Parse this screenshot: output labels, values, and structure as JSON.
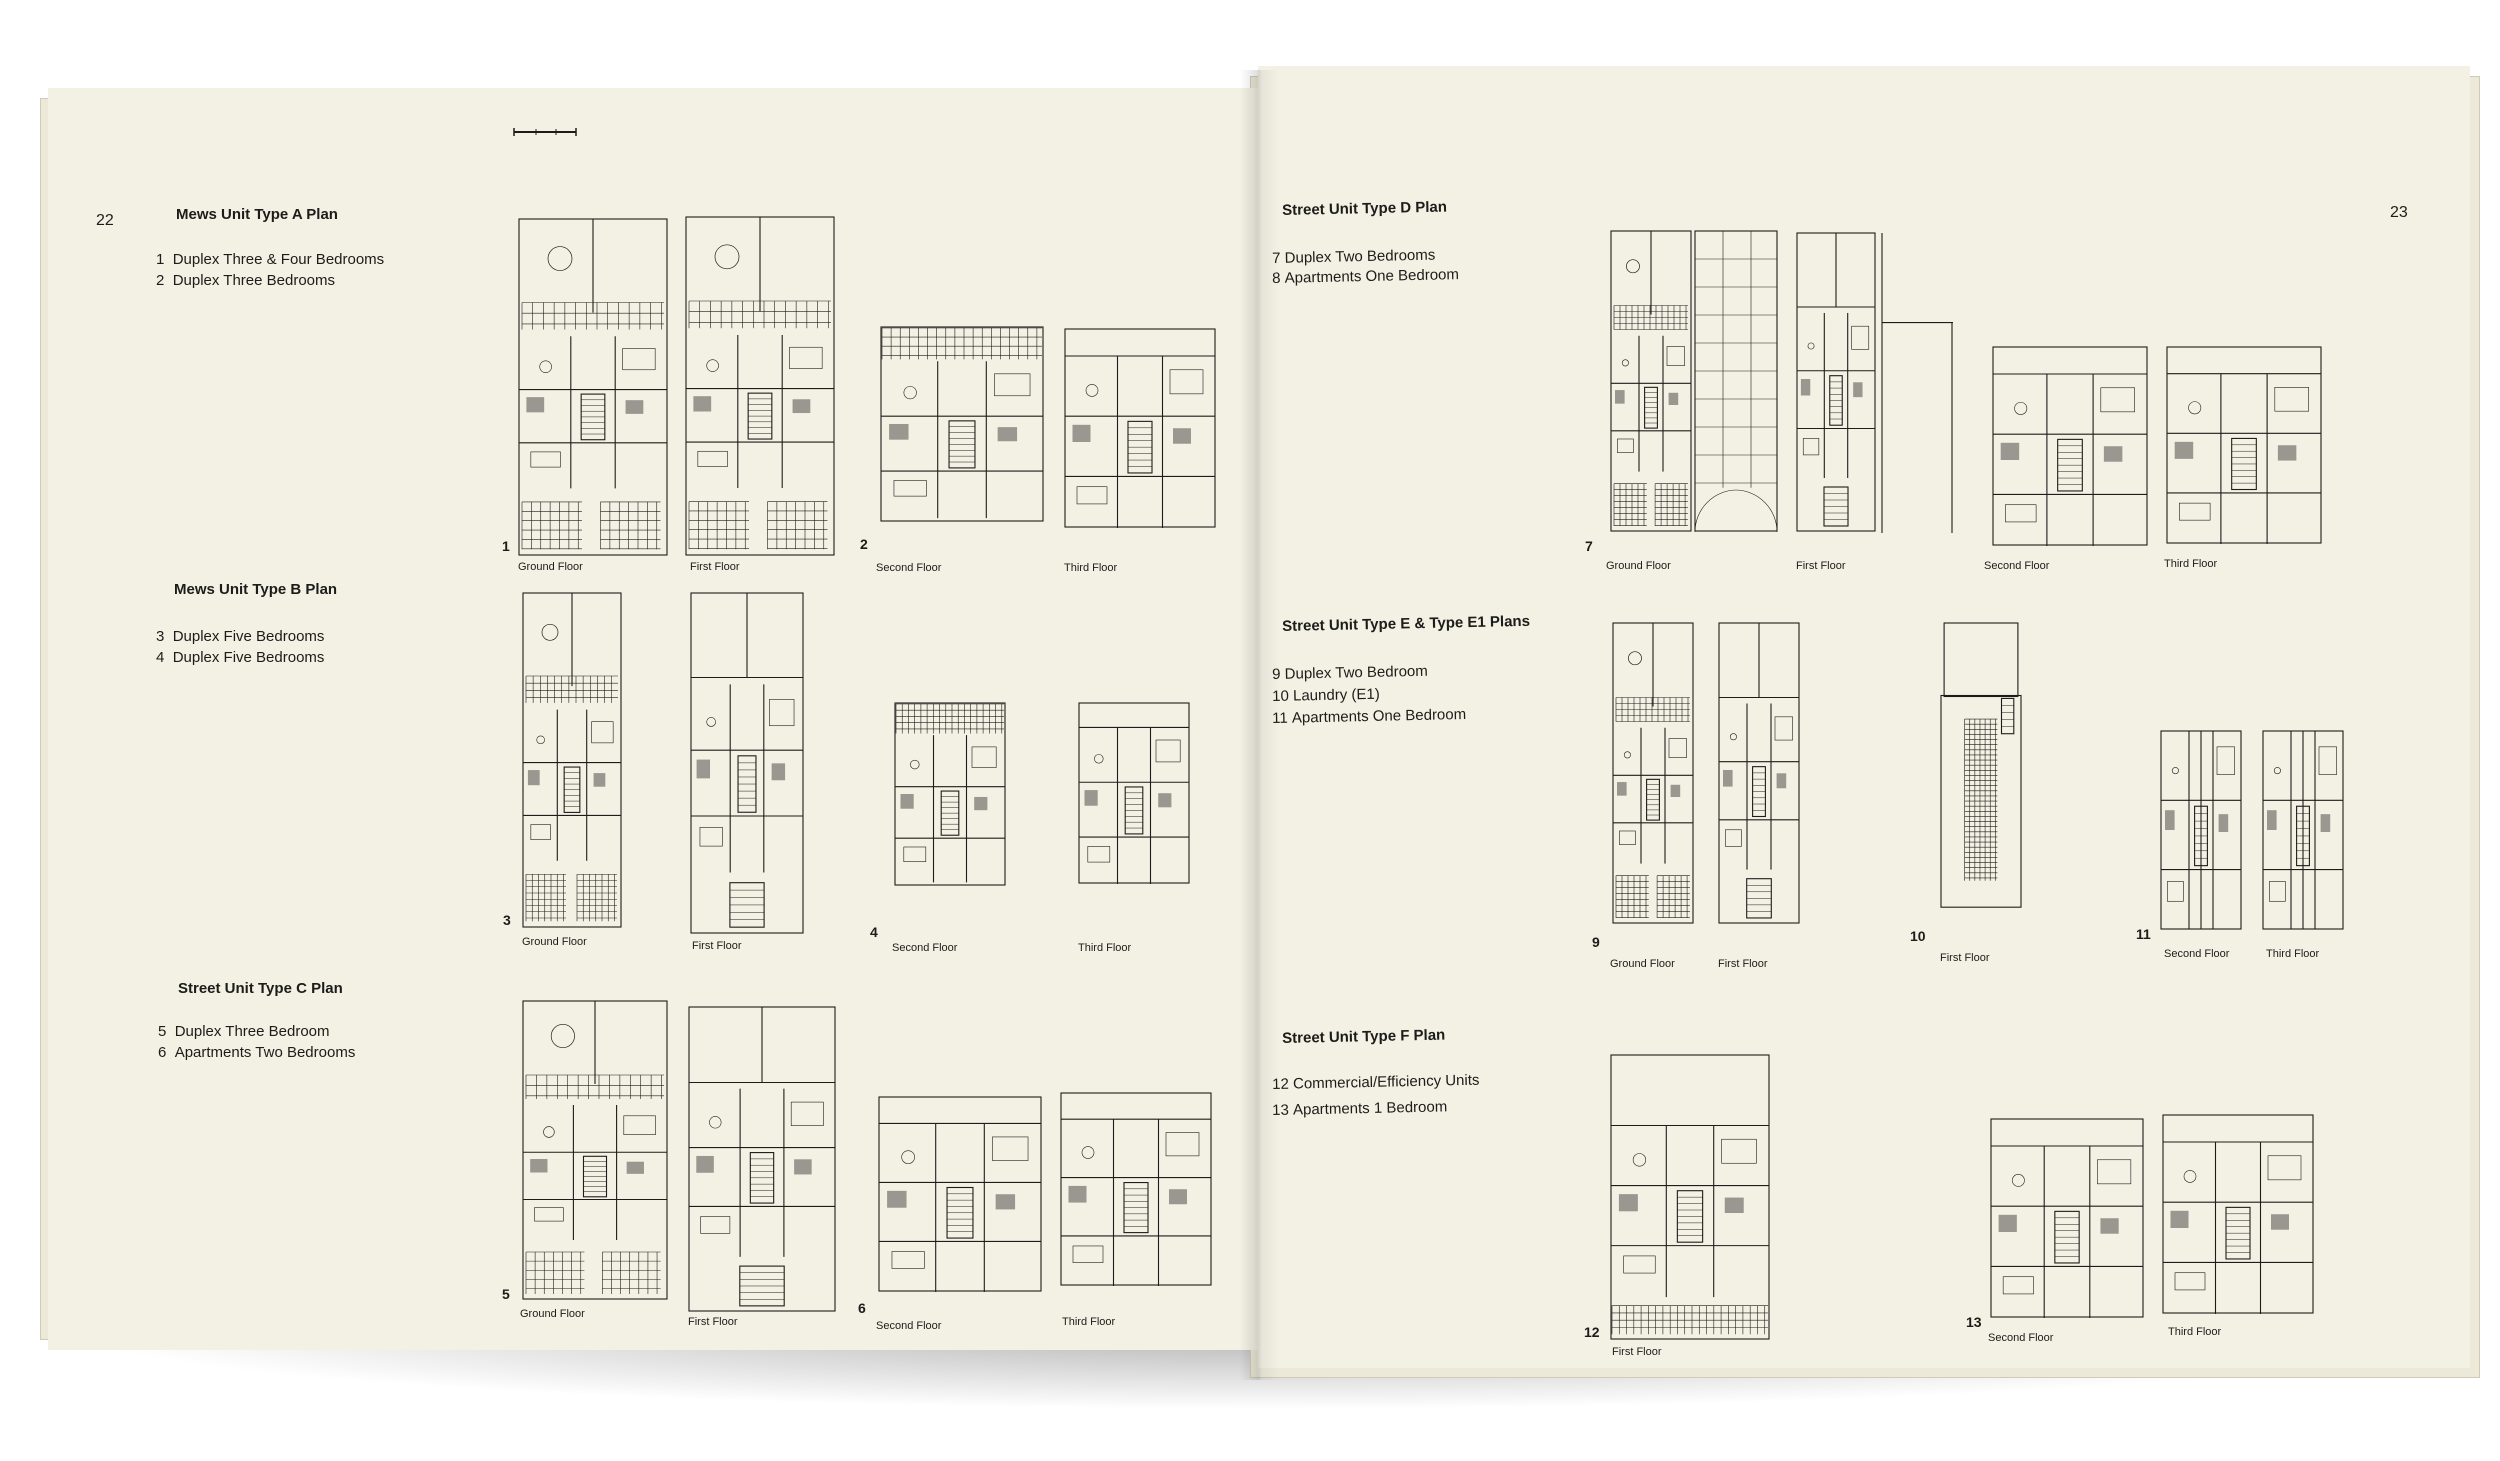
{
  "left_page": {
    "page_number": "22",
    "sections": [
      {
        "heading": "Mews Unit Type A Plan",
        "items": [
          {
            "n": "1",
            "text": "Duplex Three & Four Bedrooms"
          },
          {
            "n": "2",
            "text": "Duplex Three Bedrooms"
          }
        ]
      },
      {
        "heading": "Mews Unit Type B Plan",
        "items": [
          {
            "n": "3",
            "text": "Duplex Five Bedrooms"
          },
          {
            "n": "4",
            "text": "Duplex Five Bedrooms"
          }
        ]
      },
      {
        "heading": "Street Unit Type C Plan",
        "items": [
          {
            "n": "5",
            "text": "Duplex Three Bedroom"
          },
          {
            "n": "6",
            "text": "Apartments Two Bedrooms"
          }
        ]
      }
    ],
    "rows": [
      {
        "numbers": [
          "1",
          "2"
        ],
        "captions": [
          "Ground Floor",
          "First Floor",
          "Second Floor",
          "Third Floor"
        ]
      },
      {
        "numbers": [
          "3",
          "4"
        ],
        "captions": [
          "Ground Floor",
          "First Floor",
          "Second Floor",
          "Third Floor"
        ]
      },
      {
        "numbers": [
          "5",
          "6"
        ],
        "captions": [
          "Ground Floor",
          "First Floor",
          "Second Floor",
          "Third Floor"
        ]
      }
    ]
  },
  "right_page": {
    "page_number": "23",
    "sections": [
      {
        "heading": "Street Unit Type D Plan",
        "items": [
          {
            "n": "7",
            "text": "Duplex Two Bedrooms"
          },
          {
            "n": "8",
            "text": "Apartments One Bedroom"
          }
        ]
      },
      {
        "heading": "Street Unit Type E & Type E1 Plans",
        "items": [
          {
            "n": "9",
            "text": "Duplex Two Bedroom"
          },
          {
            "n": "10",
            "text": "Laundry (E1)"
          },
          {
            "n": "11",
            "text": "Apartments One Bedroom"
          }
        ]
      },
      {
        "heading": "Street Unit Type F Plan",
        "items": [
          {
            "n": "12",
            "text": "Commercial/Efficiency Units"
          },
          {
            "n": "13",
            "text": "Apartments 1 Bedroom"
          }
        ]
      }
    ],
    "rows": [
      {
        "numbers": [
          "7"
        ],
        "captions": [
          "Ground Floor",
          "First Floor",
          "Second Floor",
          "Third Floor"
        ]
      },
      {
        "numbers": [
          "9",
          "10",
          "11"
        ],
        "captions": [
          "Ground Floor",
          "First Floor",
          "First Floor",
          "Second Floor",
          "Third Floor"
        ]
      },
      {
        "numbers": [
          "12",
          "13"
        ],
        "captions": [
          "First Floor",
          "Second Floor",
          "Third Floor"
        ]
      }
    ]
  },
  "colors": {
    "paper": "#f3f1e4",
    "ink": "#1c1c1a",
    "shading": "#9a9690"
  }
}
